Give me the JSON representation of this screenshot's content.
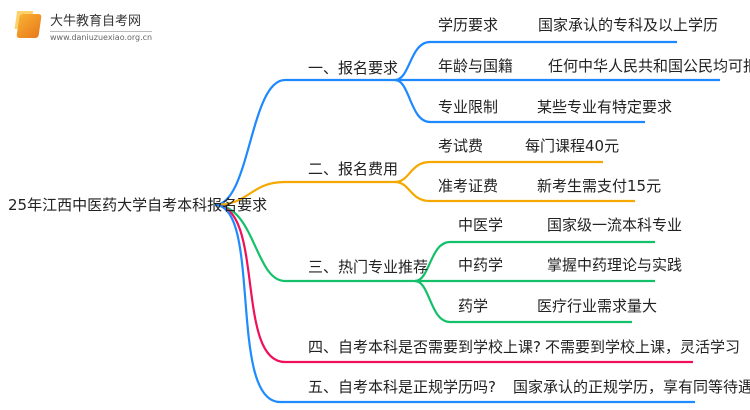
{
  "logo": {
    "name": "大牛教育自考网",
    "url": "www.daniuzuexiao.org.cn"
  },
  "root": "25年江西中医药大学自考本科报名要求",
  "colors": {
    "blue": "#1e88ff",
    "orange": "#f5a800",
    "green": "#14c06a",
    "pink": "#f0105a",
    "blue2": "#1e8cff"
  },
  "branches": [
    {
      "label": "一、报名要求",
      "children": [
        {
          "label": "学历要求",
          "value": "国家承认的专科及以上学历"
        },
        {
          "label": "年龄与国籍",
          "value": "任何中华人民共和国公民均可报名"
        },
        {
          "label": "专业限制",
          "value": "某些专业有特定要求"
        }
      ]
    },
    {
      "label": "二、报名费用",
      "children": [
        {
          "label": "考试费",
          "value": "每门课程40元"
        },
        {
          "label": "准考证费",
          "value": "新考生需支付15元"
        }
      ]
    },
    {
      "label": "三、热门专业推荐",
      "children": [
        {
          "label": "中医学",
          "value": "国家级一流本科专业"
        },
        {
          "label": "中药学",
          "value": "掌握中药理论与实践"
        },
        {
          "label": "药学",
          "value": "医疗行业需求量大"
        }
      ]
    },
    {
      "label": "四、自考本科是否需要到学校上课?",
      "value": "不需要到学校上课，灵活学习"
    },
    {
      "label": "五、自考本科是正规学历吗?",
      "value": "国家承认的正规学历，享有同等待遇"
    }
  ]
}
